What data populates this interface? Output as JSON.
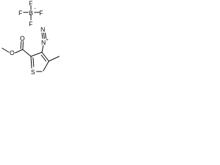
{
  "molecule": {
    "anion": {
      "center": "B",
      "center_charge": "−",
      "substituents": [
        "F",
        "F",
        "F",
        "F"
      ]
    },
    "cation": {
      "diazonium_n1": "N",
      "diazonium_n2": "N",
      "diazonium_charge": "+",
      "ring_heteroatom": "S",
      "ester_oxygen_carbonyl": "O",
      "ester_oxygen_ether": "O"
    }
  }
}
